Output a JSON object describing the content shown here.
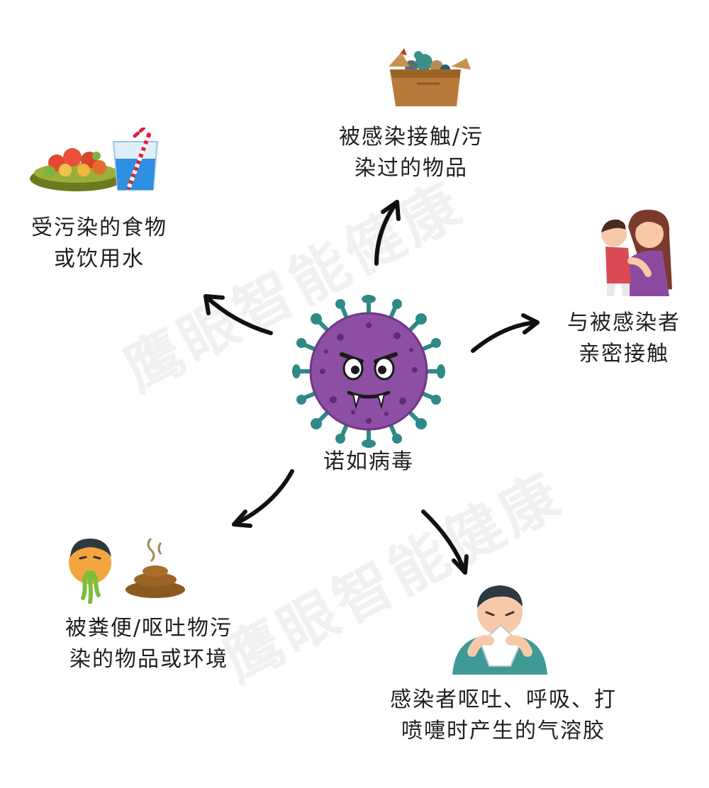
{
  "watermark": "鹰眼智能健康",
  "center": {
    "label": "诺如病毒"
  },
  "nodes": {
    "food": {
      "line1": "受污染的食物",
      "line2": "或饮用水",
      "icon": "food-and-water-icon"
    },
    "objects": {
      "line1": "被感染接触/污",
      "line2": "染过的物品",
      "icon": "toy-box-icon"
    },
    "contact": {
      "line1": "与被感染者",
      "line2": "亲密接触",
      "icon": "hugging-people-icon"
    },
    "feces": {
      "line1": "被粪便/呕吐物污",
      "line2": "染的物品或环境",
      "icon": "vomit-and-feces-icon"
    },
    "aerosol": {
      "line1": "感染者呕吐、呼吸、打",
      "line2": "喷嚏时产生的气溶胶",
      "icon": "sneezing-person-icon"
    }
  },
  "colors": {
    "virus": "#8c4fa3",
    "spike": "#2e8a86",
    "arrow": "#111111"
  }
}
